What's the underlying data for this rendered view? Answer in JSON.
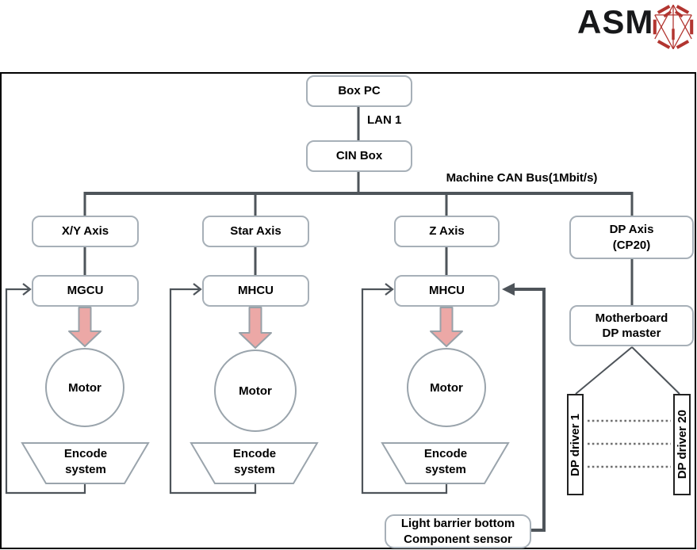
{
  "header": {
    "logo_text": "ASM",
    "logo_icon": "asm-hexagon-icon",
    "logo_color": "#b23530"
  },
  "diagram": {
    "box_pc": "Box PC",
    "lan_label": "LAN 1",
    "cin_box": "CIN Box",
    "can_bus_label": "Machine CAN Bus(1Mbit/s)",
    "columns": [
      {
        "axis": "X/Y Axis",
        "controller": "MGCU",
        "motor": "Motor",
        "encoder_line1": "Encode",
        "encoder_line2": "system"
      },
      {
        "axis": "Star Axis",
        "controller": "MHCU",
        "motor": "Motor",
        "encoder_line1": "Encode",
        "encoder_line2": "system"
      },
      {
        "axis": "Z Axis",
        "controller": "MHCU",
        "motor": "Motor",
        "encoder_line1": "Encode",
        "encoder_line2": "system"
      }
    ],
    "dp": {
      "axis_line1": "DP Axis",
      "axis_line2": "(CP20)",
      "master_line1": "Motherboard",
      "master_line2": "DP master",
      "driver_first": "DP driver 1",
      "driver_last": "DP driver 20"
    },
    "sensor_line1": "Light barrier bottom",
    "sensor_line2": "Component sensor",
    "colors": {
      "connector_line": "#4e545a",
      "box_border": "#a7b0b8",
      "drive_arrow_fill": "#eca8a6",
      "drive_arrow_stroke": "#98a1a8",
      "logo_red": "#b23530"
    }
  }
}
